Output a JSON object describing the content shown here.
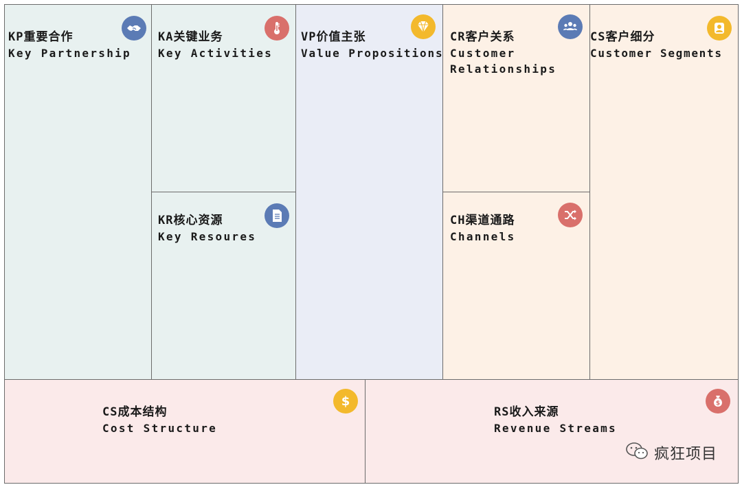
{
  "blocks": {
    "kp": {
      "title": "KP重要合作",
      "subtitle": "Key Partnership",
      "icon": "handshake-icon",
      "icon_color": "#5b7bb5"
    },
    "ka": {
      "title": "KA关键业务",
      "subtitle": "Key Activities",
      "icon": "thermometer-icon",
      "icon_color": "#d9706b"
    },
    "kr": {
      "title": "KR核心资源",
      "subtitle": "Key Resoures",
      "icon": "document-icon",
      "icon_color": "#5b7bb5"
    },
    "vp": {
      "title": "VP价值主张",
      "subtitle": "Value Propositions",
      "icon": "diamond-icon",
      "icon_color": "#f3b92c"
    },
    "cr": {
      "title": "CR客户关系",
      "subtitle": "Customer\nRelationships",
      "icon": "users-icon",
      "icon_color": "#5b7bb5"
    },
    "ch": {
      "title": "CH渠道通路",
      "subtitle": "Channels",
      "icon": "shuffle-icon",
      "icon_color": "#d9706b"
    },
    "cs": {
      "title": "CS客户细分",
      "subtitle": "Customer Segments",
      "icon": "user-icon",
      "icon_color": "#f3b92c"
    },
    "cost": {
      "title": "CS成本结构",
      "subtitle": "Cost Structure",
      "icon": "dollar-icon",
      "icon_color": "#f3b92c"
    },
    "rs": {
      "title": "RS收入来源",
      "subtitle": "Revenue Streams",
      "icon": "money-bag-icon",
      "icon_color": "#d9706b"
    }
  },
  "watermark": {
    "text": "疯狂项目",
    "icon": "wechat-icon"
  },
  "colors": {
    "green": "#e8f1f0",
    "blue": "#eaedf6",
    "orange": "#fdf1e6",
    "pink": "#fbeaea",
    "border": "#6b6b6b"
  }
}
